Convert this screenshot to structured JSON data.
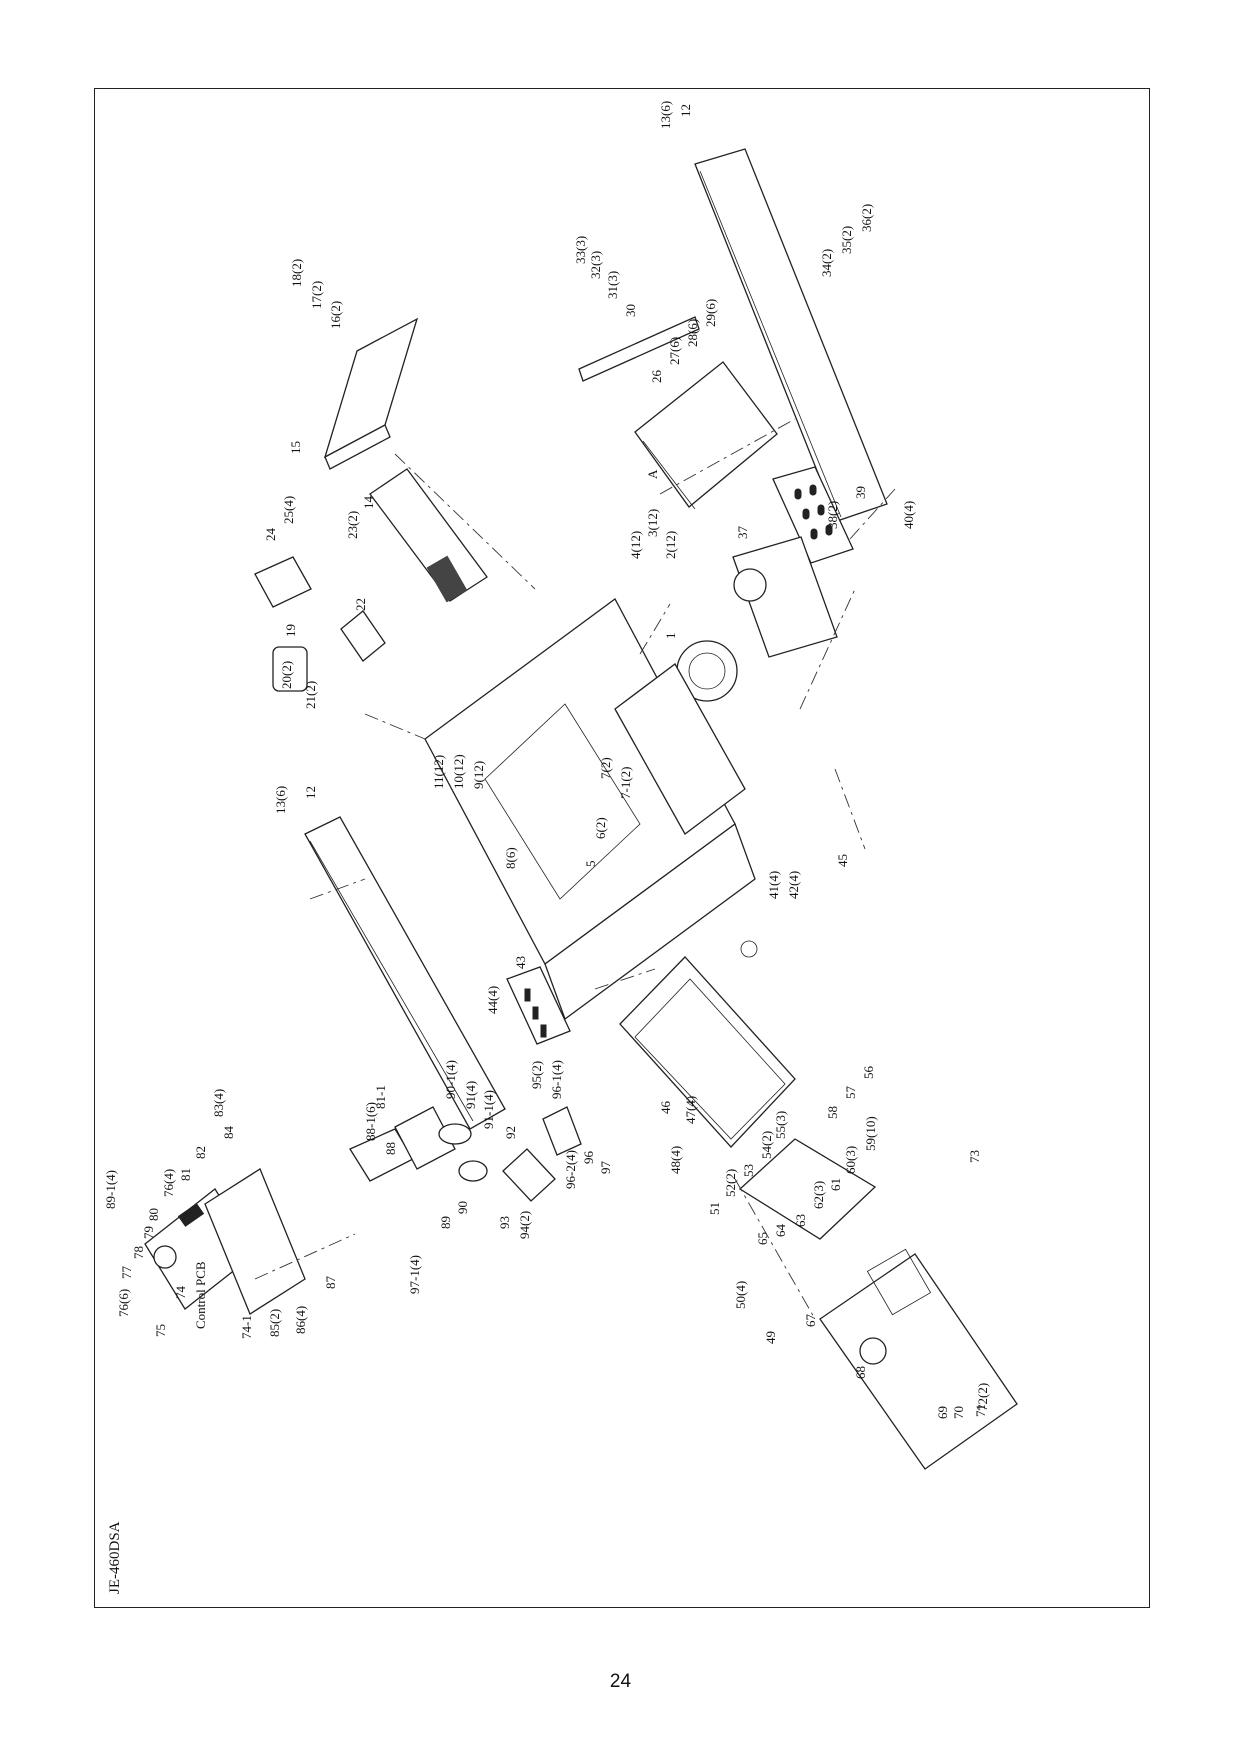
{
  "diagram": {
    "model": "JE-460DSA",
    "page_number": "24",
    "callouts": [
      "13(6)",
      "12",
      "33(3)",
      "32(3)",
      "31(3)",
      "30",
      "29(6)",
      "28(6)",
      "27(6)",
      "26",
      "34(2)",
      "35(2)",
      "36(2)",
      "16(2)",
      "17(2)",
      "18(2)",
      "15",
      "39",
      "38(2)",
      "40(4)",
      "37",
      "1",
      "3(12)",
      "2(12)",
      "4(12)",
      "25(4)",
      "24",
      "23(2)",
      "22",
      "19",
      "20(2)",
      "21(2)",
      "14",
      "A",
      "11(12)",
      "10(12)",
      "9(12)",
      "7(2)",
      "7-1(2)",
      "6(2)",
      "5",
      "8(6)",
      "13(6)",
      "12",
      "41(4)",
      "42(4)",
      "45",
      "44(4)",
      "43",
      "46",
      "47(4)",
      "48(4)",
      "56",
      "57",
      "58",
      "55(3)",
      "54(2)",
      "53",
      "52(2)",
      "51",
      "59(10)",
      "60(3)",
      "61",
      "62(3)",
      "63",
      "64",
      "65",
      "50(4)",
      "49",
      "73",
      "72(2)",
      "67",
      "68",
      "69",
      "70",
      "71",
      "83(4)",
      "84",
      "82",
      "81",
      "76(4)",
      "80",
      "79",
      "78",
      "77",
      "76(6)",
      "75",
      "74",
      "Control PCB",
      "74-1",
      "85(2)",
      "86(4)",
      "87",
      "81-1",
      "88-1(6)",
      "88",
      "89",
      "90",
      "90-1(4)",
      "91(4)",
      "91-1(4)",
      "92",
      "93",
      "94(2)",
      "95(2)",
      "96-1(4)",
      "96-2(4)",
      "96",
      "97",
      "97-1(4)",
      "89-1(4)"
    ]
  }
}
